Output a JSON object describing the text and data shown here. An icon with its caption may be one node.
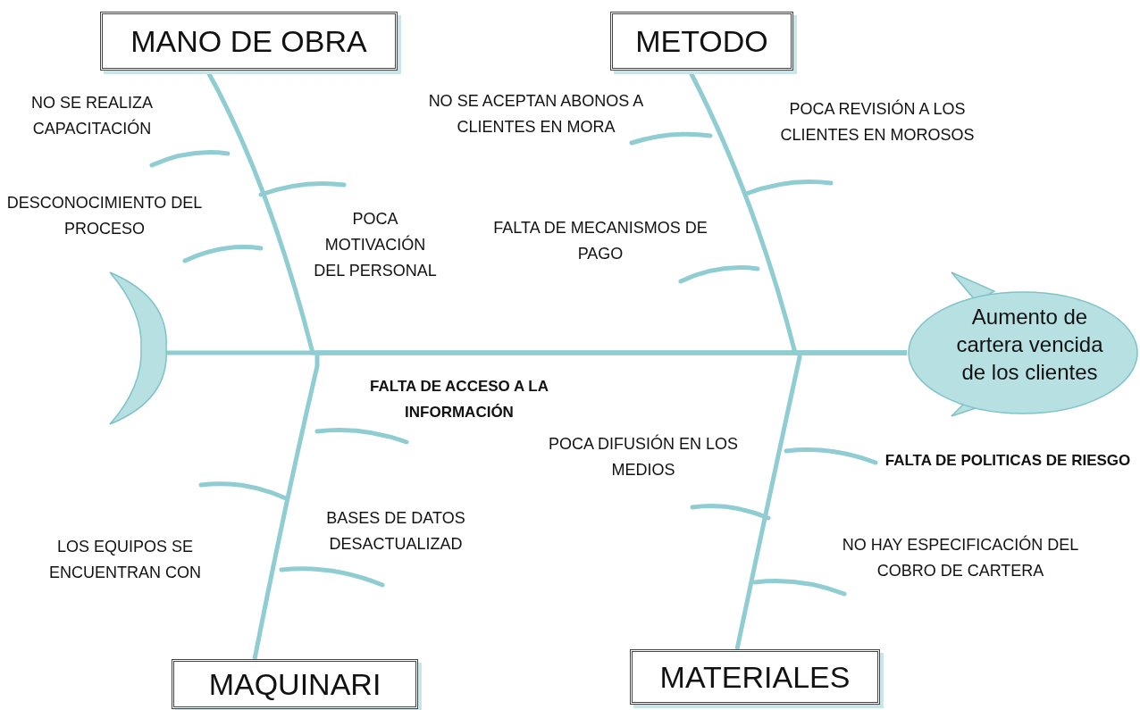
{
  "diagram": {
    "nodes": [
      {
        "text": [
          "MANO DE OBRA"
        ]
      },
      {
        "text": [
          "METODO"
        ]
      },
      {
        "text": [],
        "shape": "crescent"
      },
      {
        "text": [
          "Aumento de cartera vencida de los clientes"
        ]
      },
      {
        "text": [
          "MAQUINARI"
        ]
      },
      {
        "text": [
          "MATERIALES"
        ]
      }
    ],
    "edges": [
      {
        "from": 2,
        "to": 3,
        "arrow": "none"
      },
      {
        "from": 0,
        "to": 3,
        "arrow": "none"
      },
      {
        "from": 1,
        "to": 3,
        "arrow": "none"
      },
      {
        "from": 4,
        "to": 3,
        "arrow": "none"
      },
      {
        "from": 5,
        "to": 3,
        "arrow": "none"
      }
    ],
    "labels": [
      "NO SE REALIZA CAPACITACIÓN",
      "DESCONOCIMIENTO DEL PROCESO",
      "POCA MOTIVACIÓN DEL PERSONAL",
      "NO SE ACEPTAN ABONOS A CLIENTES EN MORA",
      "POCA REVISIÓN A LOS CLIENTES EN MOROSOS",
      "FALTA DE MECANISMOS DE PAGO",
      "FALTA DE ACCESO A LA INFORMACIÓN",
      "POCA DIFUSIÓN EN LOS MEDIOS",
      "FALTA DE POLITICAS DE RIESGO",
      "BASES DE DATOS DESACTUALIZAD",
      "LOS EQUIPOS SE ENCUENTRAN CON",
      "NO HAY ESPECIFICACIÓN DEL COBRO DE CARTERA"
    ]
  }
}
